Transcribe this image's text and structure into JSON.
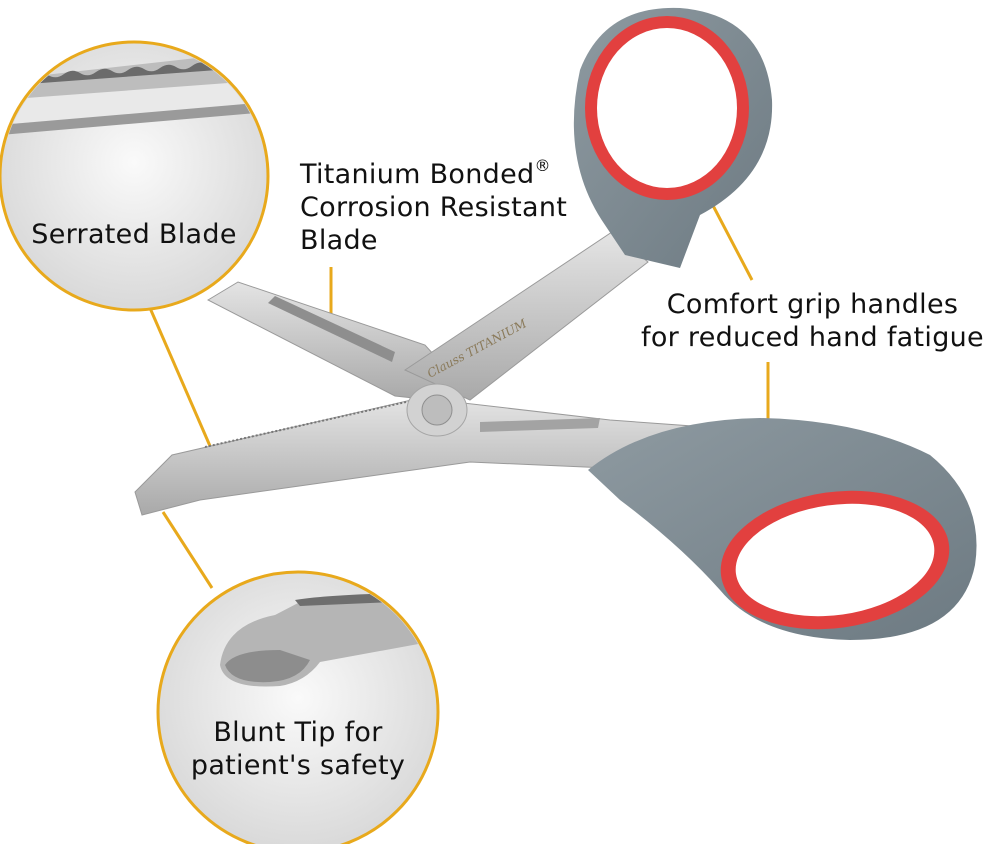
{
  "callouts": {
    "serrated_blade": "Serrated Blade",
    "titanium_line1": "Titanium Bonded",
    "titanium_registered": "®",
    "titanium_line2": "Corrosion Resistant",
    "titanium_line3": "Blade",
    "comfort_line1": "Comfort grip handles",
    "comfort_line2": "for reduced hand fatigue",
    "blunt_line1": "Blunt Tip for",
    "blunt_line2": "patient's safety"
  },
  "product_logo": {
    "brand": "Clauss",
    "engraving": "TITANIUM"
  },
  "colors": {
    "accent_line": "#e8a91c",
    "handle_grey": "#7d8a92",
    "handle_red": "#e2403f",
    "steel": "#c9c9c9"
  }
}
